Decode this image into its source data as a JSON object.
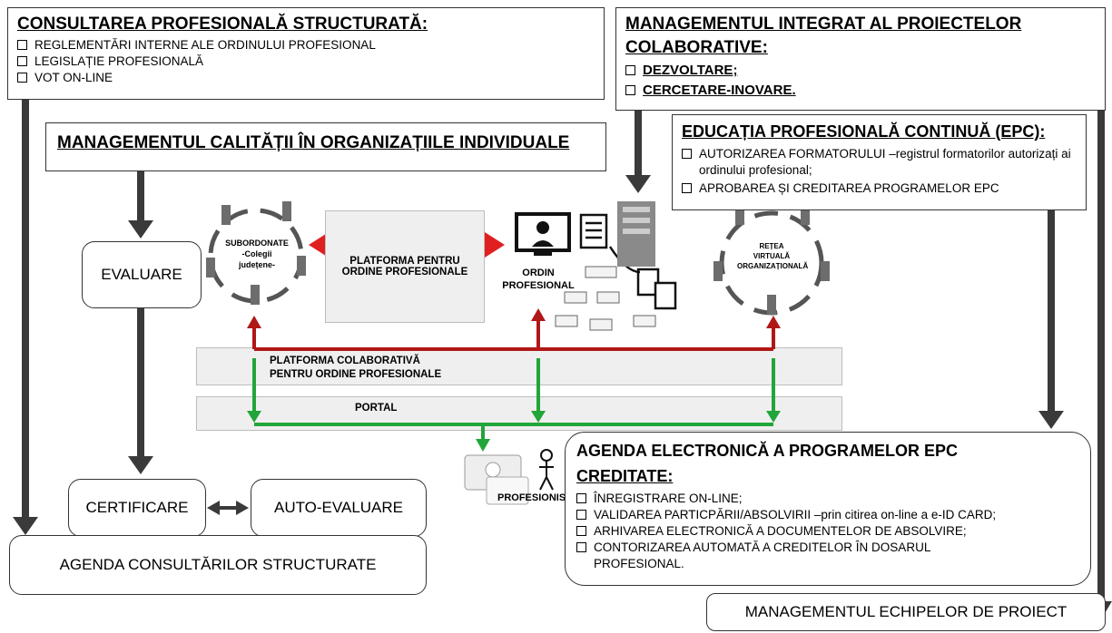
{
  "consultarea": {
    "title": "CONSULTAREA PROFESIONALĂ STRUCTURATĂ:",
    "items": [
      "REGLEMENTĂRI INTERNE ALE ORDINULUI PROFESIONAL",
      "LEGISLAȚIE PROFESIONALĂ",
      "VOT ON-LINE"
    ]
  },
  "management_integrat": {
    "title_line1": "MANAGEMENTUL INTEGRAT AL PROIECTELOR",
    "title_line2": "COLABORATIVE:",
    "items": [
      "DEZVOLTARE;",
      "CERCETARE-INOVARE."
    ]
  },
  "calitate": {
    "title": "MANAGEMENTUL CALITĂȚII ÎN ORGANIZAȚIILE INDIVIDUALE"
  },
  "epc": {
    "title": "EDUCAȚIA PROFESIONALĂ CONTINUĂ (EPC):",
    "items": [
      "AUTORIZAREA FORMATORULUI –registrul formatorilor autorizați ai ordinului profesional;",
      "APROBAREA ȘI CREDITAREA PROGRAMELOR EPC"
    ]
  },
  "evaluare": "EVALUARE",
  "certificare": "CERTIFICARE",
  "auto_evaluare": "AUTO-EVALUARE",
  "agenda_consultari": "AGENDA CONSULTĂRILOR STRUCTURATE",
  "subordonate": {
    "line1": "SUBORDONATE",
    "line2": "-Colegii",
    "line3": "județene-"
  },
  "platforma_ordine": {
    "line1": "PLATFORMA PENTRU",
    "line2": "ORDINE PROFESIONALE"
  },
  "ordin": {
    "line1": "ORDIN",
    "line2": "PROFESIONAL"
  },
  "retea": {
    "line1": "REȚEA",
    "line2": "VIRTUALĂ",
    "line3": "ORGANIZAȚIONALĂ"
  },
  "platforma_colab": {
    "line1": "PLATFORMA COLABORATIVĂ",
    "line2": "PENTRU ORDINE PROFESIONALE"
  },
  "portal": "PORTAL",
  "profesionist": "PROFESIONIST",
  "agenda_electronica": {
    "title_line1": "AGENDA ELECTRONICĂ A PROGRAMELOR EPC",
    "title_line2": "CREDITATE:",
    "items": [
      "ÎNREGISTRARE ON-LINE;",
      "VALIDAREA PARTICPĂRII/ABSOLVIRII –prin citirea on-line a e-ID CARD;",
      "ARHIVAREA ELECTRONICĂ A DOCUMENTELOR DE ABSOLVIRE;",
      "CONTORIZAREA AUTOMATĂ A CREDITELOR ÎN DOSARUL PROFESIONAL."
    ]
  },
  "echipe": "MANAGEMENTUL ECHIPELOR DE PROIECT",
  "colors": {
    "red": "#b01717",
    "bright_red": "#e02020",
    "green": "#22a53a",
    "dark_arrow": "#3a3a3a"
  },
  "icons": [
    "server-icon",
    "monitor-headset-icon",
    "document-icon",
    "card-reader-icon",
    "person-icon",
    "org-chart-icon"
  ]
}
